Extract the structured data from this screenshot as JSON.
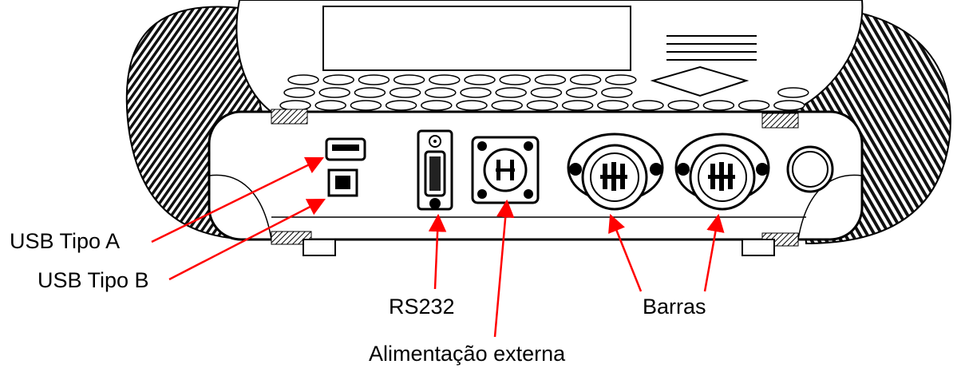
{
  "labels": {
    "usb_a": "USB Tipo A",
    "usb_b": "USB Tipo B",
    "rs232": "RS232",
    "power": "Alimentação externa",
    "bars": "Barras"
  },
  "colors": {
    "arrow": "#ff0000",
    "outline": "#000000",
    "background": "#ffffff"
  }
}
